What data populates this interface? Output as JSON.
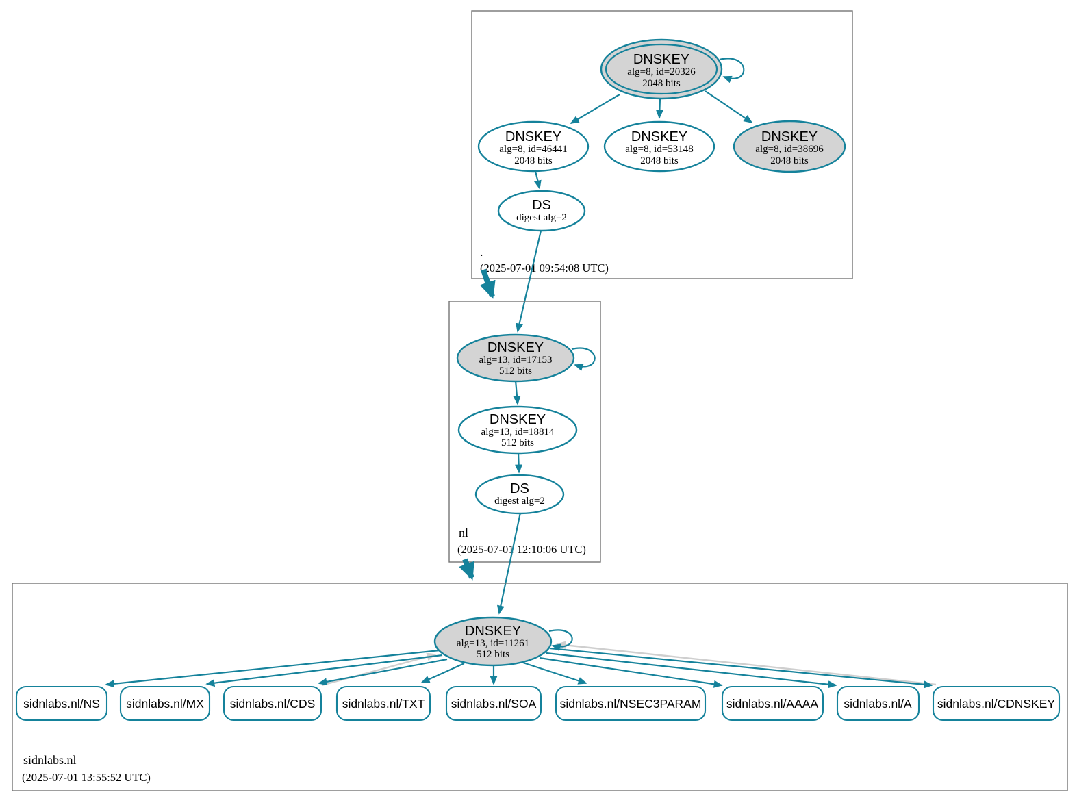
{
  "diagram": {
    "type": "dnssec-authentication-chain",
    "zones": [
      {
        "name": ".",
        "timestamp": "(2025-07-01 09:54:08 UTC)"
      },
      {
        "name": "nl",
        "timestamp": "(2025-07-01 12:10:06 UTC)"
      },
      {
        "name": "sidnlabs.nl",
        "timestamp": "(2025-07-01 13:55:52 UTC)"
      }
    ],
    "nodes": {
      "root_ksk": {
        "title": "DNSKEY",
        "detail": "alg=8, id=20326",
        "size": "2048 bits"
      },
      "root_key1": {
        "title": "DNSKEY",
        "detail": "alg=8, id=46441",
        "size": "2048 bits"
      },
      "root_key2": {
        "title": "DNSKEY",
        "detail": "alg=8, id=53148",
        "size": "2048 bits"
      },
      "root_key3": {
        "title": "DNSKEY",
        "detail": "alg=8, id=38696",
        "size": "2048 bits"
      },
      "root_ds": {
        "title": "DS",
        "detail": "digest alg=2"
      },
      "nl_ksk": {
        "title": "DNSKEY",
        "detail": "alg=13, id=17153",
        "size": "512 bits"
      },
      "nl_zsk": {
        "title": "DNSKEY",
        "detail": "alg=13, id=18814",
        "size": "512 bits"
      },
      "nl_ds": {
        "title": "DS",
        "detail": "digest alg=2"
      },
      "sidn_key": {
        "title": "DNSKEY",
        "detail": "alg=13, id=11261",
        "size": "512 bits"
      }
    },
    "rrsets": [
      "sidnlabs.nl/NS",
      "sidnlabs.nl/MX",
      "sidnlabs.nl/CDS",
      "sidnlabs.nl/TXT",
      "sidnlabs.nl/SOA",
      "sidnlabs.nl/NSEC3PARAM",
      "sidnlabs.nl/AAAA",
      "sidnlabs.nl/A",
      "sidnlabs.nl/CDNSKEY"
    ],
    "colors": {
      "secure_edge_teal": "#15829B",
      "sep_key_fill": "#D4D4D4",
      "informational_edge_gray": "#CFCFCF",
      "zone_box_border": "#747474"
    }
  }
}
